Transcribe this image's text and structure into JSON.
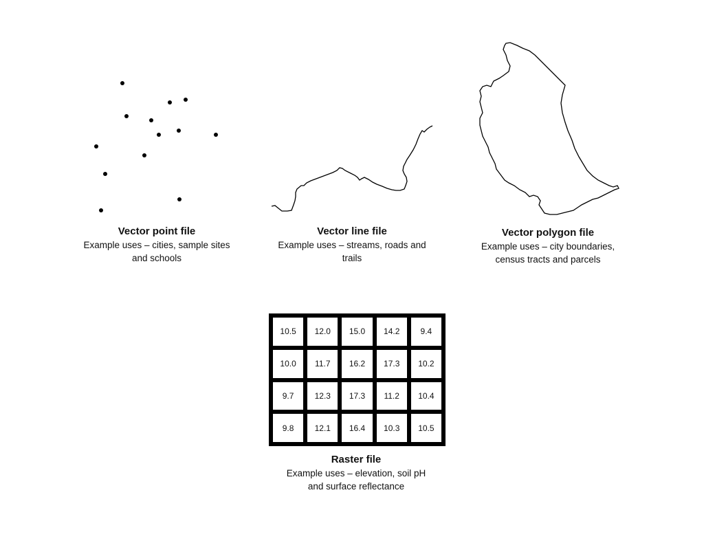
{
  "panels": {
    "point": {
      "title": "Vector point file",
      "desc_line1": "Example uses – cities, sample sites",
      "desc_line2": "and schools"
    },
    "line": {
      "title": "Vector line file",
      "desc_line1": "Example uses – streams, roads and",
      "desc_line2": "trails"
    },
    "polygon": {
      "title": "Vector polygon file",
      "desc_line1": "Example uses – city boundaries,",
      "desc_line2": "census tracts and parcels"
    },
    "raster": {
      "title": "Raster file",
      "desc_line1": "Example uses – elevation, soil pH",
      "desc_line2": "and surface reflectance",
      "grid": [
        [
          "10.5",
          "12.0",
          "15.0",
          "14.2",
          "9.4"
        ],
        [
          "10.0",
          "11.7",
          "16.2",
          "17.3",
          "10.2"
        ],
        [
          "9.7",
          "12.3",
          "17.3",
          "11.2",
          "10.4"
        ],
        [
          "9.8",
          "12.1",
          "16.4",
          "10.3",
          "10.5"
        ]
      ]
    }
  },
  "colors": {
    "ink": "#000000",
    "background": "#ffffff"
  }
}
